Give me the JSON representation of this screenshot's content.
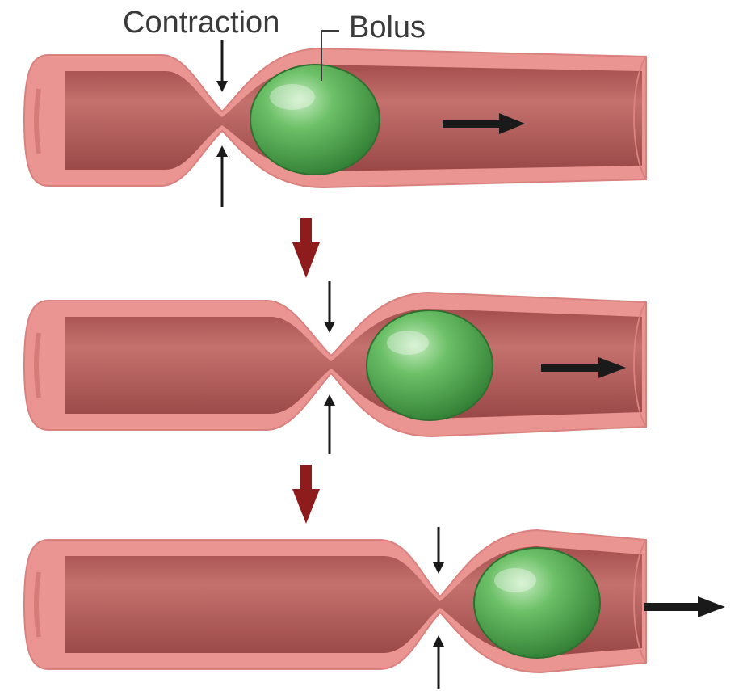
{
  "labels": {
    "contraction": "Contraction",
    "bolus": "Bolus"
  },
  "colors": {
    "tube_outer": "#e8908e",
    "tube_wall": "#f2a8a4",
    "tube_lumen": "#b8605e",
    "lumen_shadow": "#9c4a49",
    "bolus_light": "#a6dca0",
    "bolus_mid": "#5fb15c",
    "bolus_dark": "#2f7d33",
    "step_arrow": "#8e1c1c",
    "motion_arrow": "#1a1a1a"
  },
  "stages": [
    {
      "name": "stage-1"
    },
    {
      "name": "stage-2"
    },
    {
      "name": "stage-3"
    }
  ]
}
